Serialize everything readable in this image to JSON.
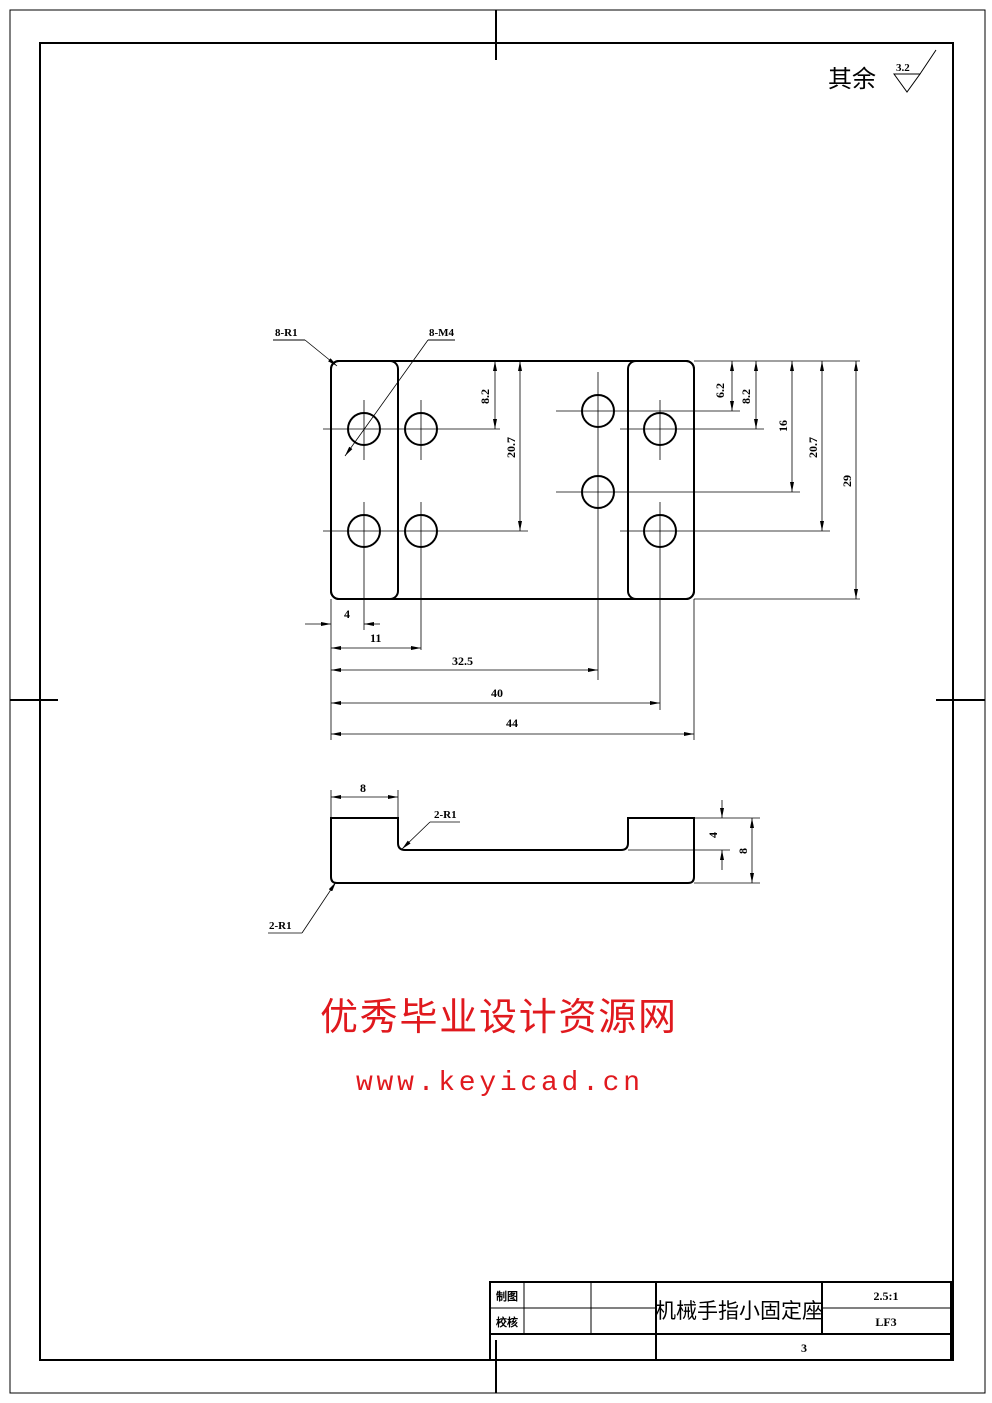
{
  "roughness_note": {
    "label": "其余",
    "value": "3.2"
  },
  "top_view": {
    "callouts": {
      "radius": "8-R1",
      "thread": "8-M4"
    },
    "dimensions": {
      "d4": "4",
      "d11": "11",
      "d32_5": "32.5",
      "d40": "40",
      "d44": "44",
      "left_8_2": "8.2",
      "left_20_7": "20.7",
      "right_6_2": "6.2",
      "right_8_2": "8.2",
      "right_16": "16",
      "right_20_7": "20.7",
      "right_29": "29"
    }
  },
  "side_view": {
    "callouts": {
      "inner_radius": "2-R1",
      "outer_radius": "2-R1"
    },
    "dimensions": {
      "width_8": "8",
      "depth_4": "4",
      "height_8": "8"
    }
  },
  "watermark": {
    "title": "优秀毕业设计资源网",
    "url": "www.keyicad.cn"
  },
  "title_block": {
    "drawn_label": "制图",
    "checked_label": "校核",
    "part_name": "机械手指小固定座",
    "scale": "2.5:1",
    "material": "LF3",
    "quantity": "3"
  }
}
